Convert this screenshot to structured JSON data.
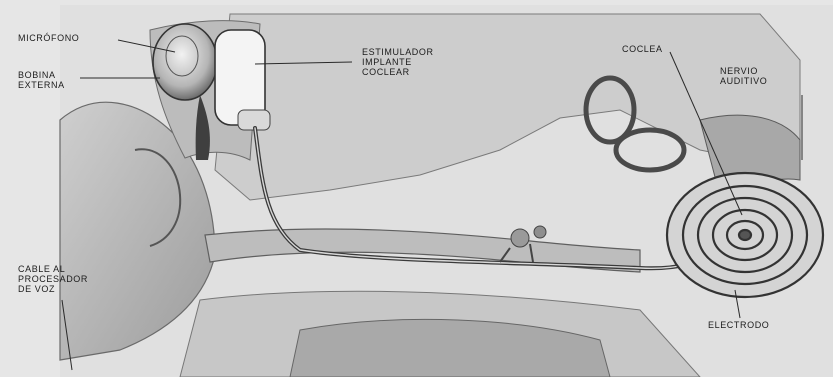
{
  "diagram": {
    "labels": {
      "microphone": "MICRÓFONO",
      "external_coil": [
        "BOBINA",
        "EXTERNA"
      ],
      "stimulator": [
        "ESTIMULADOR",
        "IMPLANTE",
        "COCLEAR"
      ],
      "cochlea": "COCLEA",
      "auditory_nerve": [
        "NERVIO",
        "AUDITIVO"
      ],
      "cable": [
        "CABLE AL",
        "PROCESADOR",
        "DE VOZ"
      ],
      "electrode": "ELECTRODO"
    }
  }
}
